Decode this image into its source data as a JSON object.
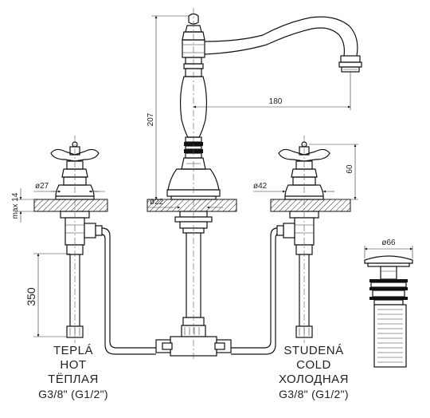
{
  "dimensions": {
    "height_207": "207",
    "spout_reach_180": "180",
    "handle_height_60": "60",
    "max_14": "max 14",
    "hot_dia_27": "ø27",
    "center_dia_22": "ø22",
    "cold_dia_42": "ø42",
    "hose_350": "350",
    "drain_dia_66": "ø66"
  },
  "labels": {
    "hot": {
      "line1": "TEPLÁ",
      "line2": "HOT",
      "line3": "TËПЛАЯ",
      "line4": "G3/8\" (G1/2\")"
    },
    "cold": {
      "line1": "STUDENÁ",
      "line2": "COLD",
      "line3": "ХОЛОДНАЯ",
      "line4": "G3/8\" (G1/2\")"
    }
  },
  "colors": {
    "line": "#111111",
    "background": "#ffffff"
  }
}
